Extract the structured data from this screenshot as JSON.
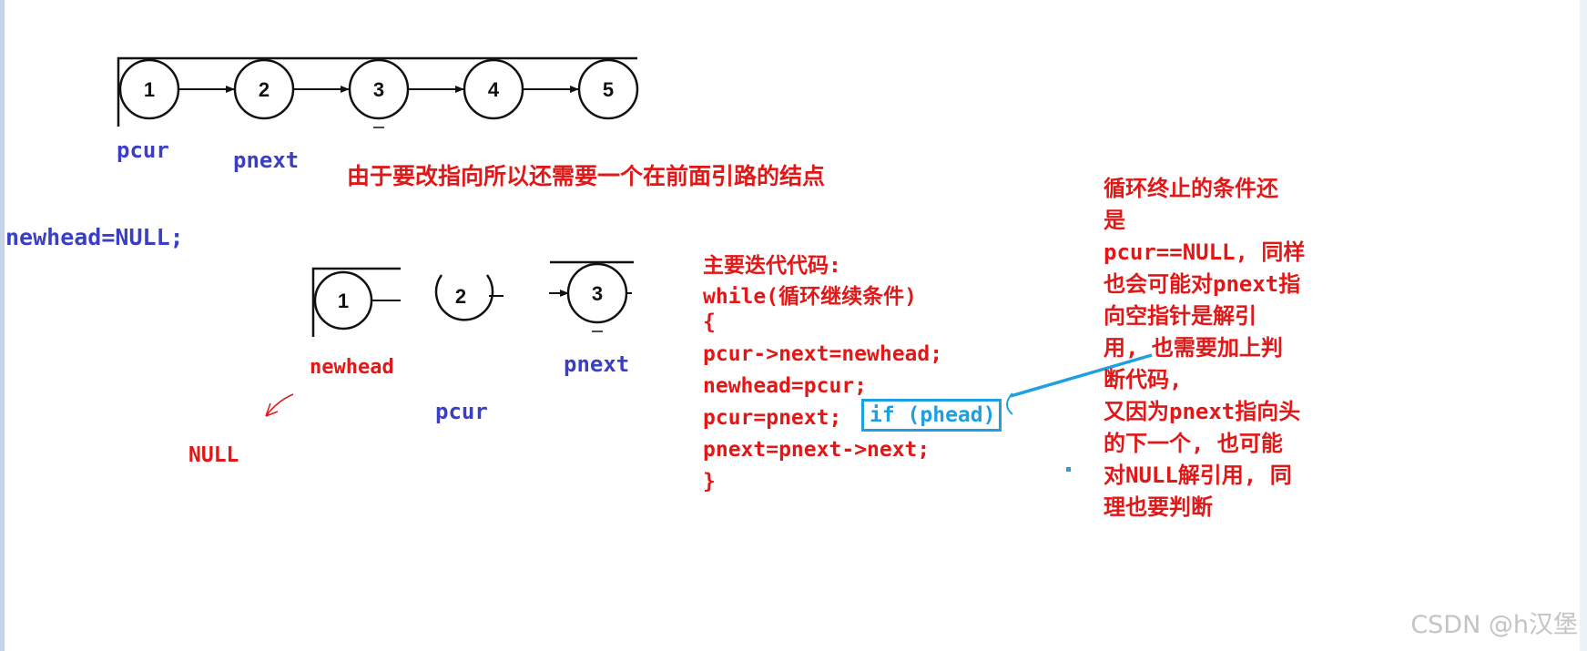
{
  "top_list": {
    "nodes": [
      "1",
      "2",
      "3",
      "4",
      "5"
    ]
  },
  "bottom_list": {
    "nodes": [
      "1",
      "2",
      "3"
    ]
  },
  "labels": {
    "pcur_top": "pcur",
    "pnext_top": "pnext",
    "red_note": "由于要改指向所以还需要一个在前面引路的结点",
    "newhead_init": "newhead=NULL;",
    "newhead": "newhead",
    "pnext_bottom": "pnext",
    "pcur_bottom": "pcur",
    "null": "NULL"
  },
  "code": {
    "title": "主要迭代代码:",
    "lines": [
      "while(循环继续条件)",
      "{",
      "pcur->next=newhead;",
      "newhead=pcur;",
      "pcur=pnext;",
      "pnext=pnext->next;",
      "}"
    ],
    "if_box": "if (phead)"
  },
  "note": {
    "lines": [
      "循环终止的条件还",
      "是",
      "pcur==NULL, 同样",
      "也会可能对pnext指",
      "向空指针是解引",
      "用, 也需要加上判",
      "断代码,",
      "又因为pnext指向头",
      "的下一个, 也可能",
      "对NULL解引用, 同",
      "理也要判断"
    ]
  },
  "watermark": "CSDN @h汉堡",
  "colors": {
    "blue": "#3a3fc4",
    "red": "#e01818",
    "cyan": "#1ea0e0",
    "node_stroke": "#111111"
  }
}
